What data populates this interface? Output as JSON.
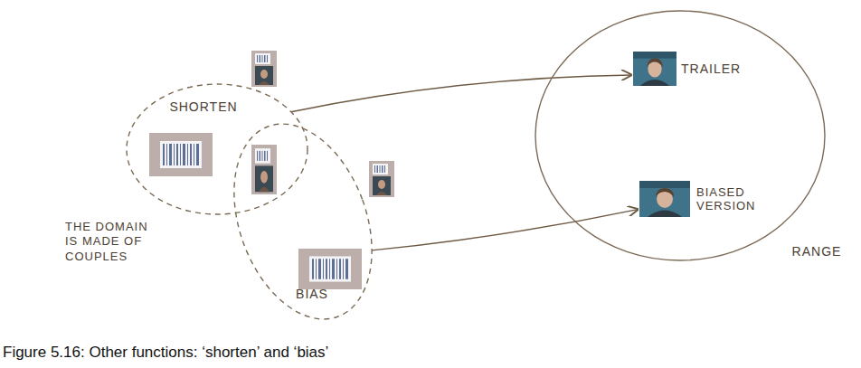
{
  "diagram": {
    "caption": "Figure 5.16: Other functions: ‘shorten’ and ‘bias’",
    "nodes": [
      {
        "text": [
          "SHORTEN"
        ]
      },
      {
        "text": [
          "BIAS"
        ]
      },
      {
        "text": [
          "RANGE"
        ]
      },
      {
        "text": [
          "TRAILER"
        ],
        "in": 2
      },
      {
        "text": [
          "BIASED VERSION"
        ],
        "in": 2
      }
    ],
    "edges": [
      {
        "from": 0,
        "to": 3,
        "arrow": "to"
      },
      {
        "from": 1,
        "to": 4,
        "arrow": "to"
      }
    ],
    "labels": [
      "THE DOMAIN IS MADE OF COUPLES"
    ]
  }
}
